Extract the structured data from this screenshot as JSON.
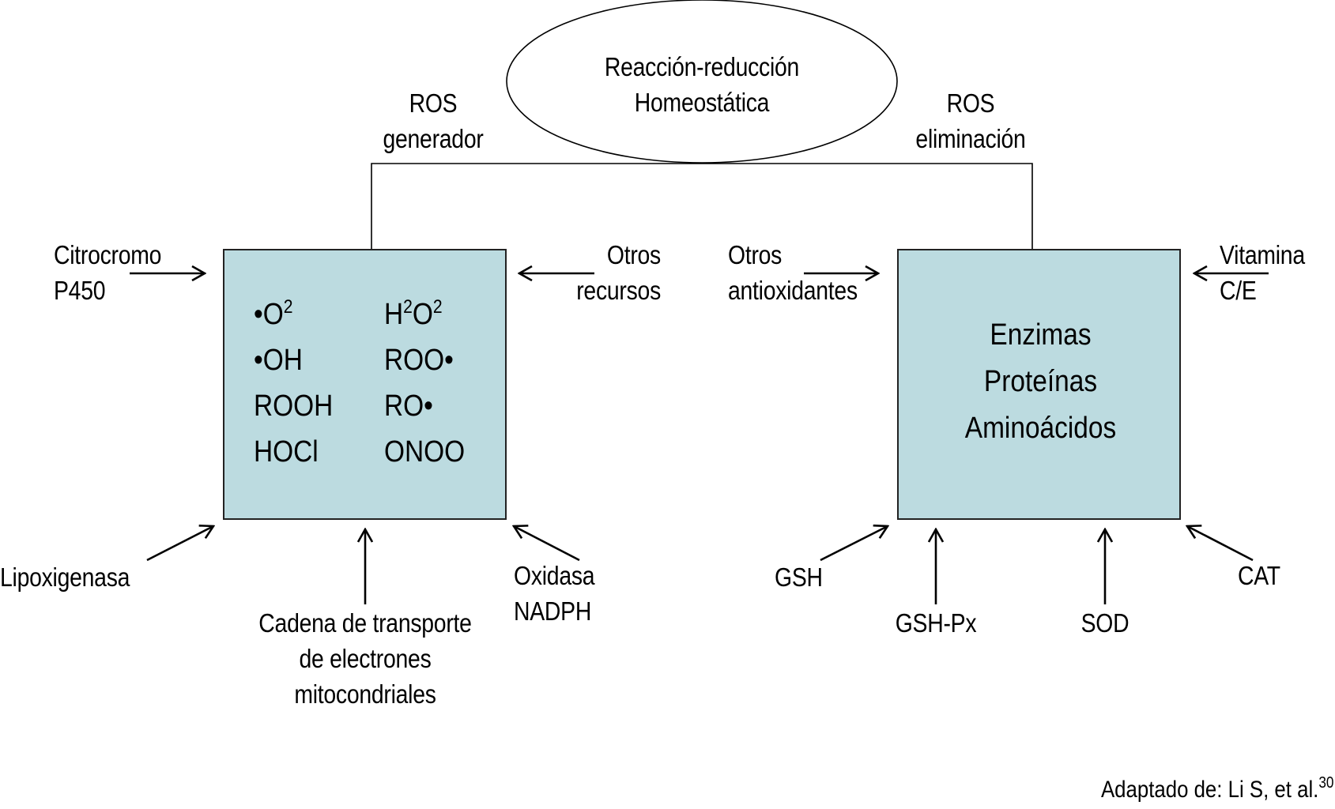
{
  "center": {
    "line1": "Reacción-reducción",
    "line2": "Homeostática"
  },
  "branches": {
    "left": {
      "line1": "ROS",
      "line2": "generador"
    },
    "right": {
      "line1": "ROS",
      "line2": "eliminación"
    }
  },
  "ros_box": {
    "col1": [
      {
        "prefix": "•O",
        "sup": "2",
        "suffix": ""
      },
      {
        "prefix": "•OH",
        "sup": "",
        "suffix": ""
      },
      {
        "prefix": "ROOH",
        "sup": "",
        "suffix": ""
      },
      {
        "prefix": "HOCl",
        "sup": "",
        "suffix": ""
      }
    ],
    "col2": [
      {
        "h": "H",
        "sup1": "2",
        "o": "O",
        "sup2": "2"
      },
      {
        "text": "ROO•"
      },
      {
        "text": "RO•"
      },
      {
        "text": "ONOO"
      }
    ]
  },
  "antioxidant_box": {
    "lines": [
      "Enzimas",
      "Proteínas",
      "Aminoácidos"
    ]
  },
  "sources_left": {
    "citocromo": {
      "line1": "Citrocromo",
      "line2": "P450"
    },
    "otros_recursos": {
      "line1": "Otros",
      "line2": "recursos"
    },
    "lipoxigenasa": "Lipoxigenasa",
    "cadena": {
      "line1": "Cadena de transporte",
      "line2": "de electrones",
      "line3": "mitocondriales"
    },
    "oxidasa": {
      "line1": "Oxidasa",
      "line2": "NADPH"
    }
  },
  "sources_right": {
    "otros_antioxidantes": {
      "line1": "Otros",
      "line2": "antioxidantes"
    },
    "vitamina": {
      "line1": "Vitamina",
      "line2": "C/E"
    },
    "gsh": "GSH",
    "gsh_px": "GSH-Px",
    "sod": "SOD",
    "cat": "CAT"
  },
  "citation": {
    "text": "Adaptado de: Li S, et al.",
    "sup": "30"
  },
  "colors": {
    "box_fill": "#bcdbe0",
    "stroke": "#000000"
  }
}
